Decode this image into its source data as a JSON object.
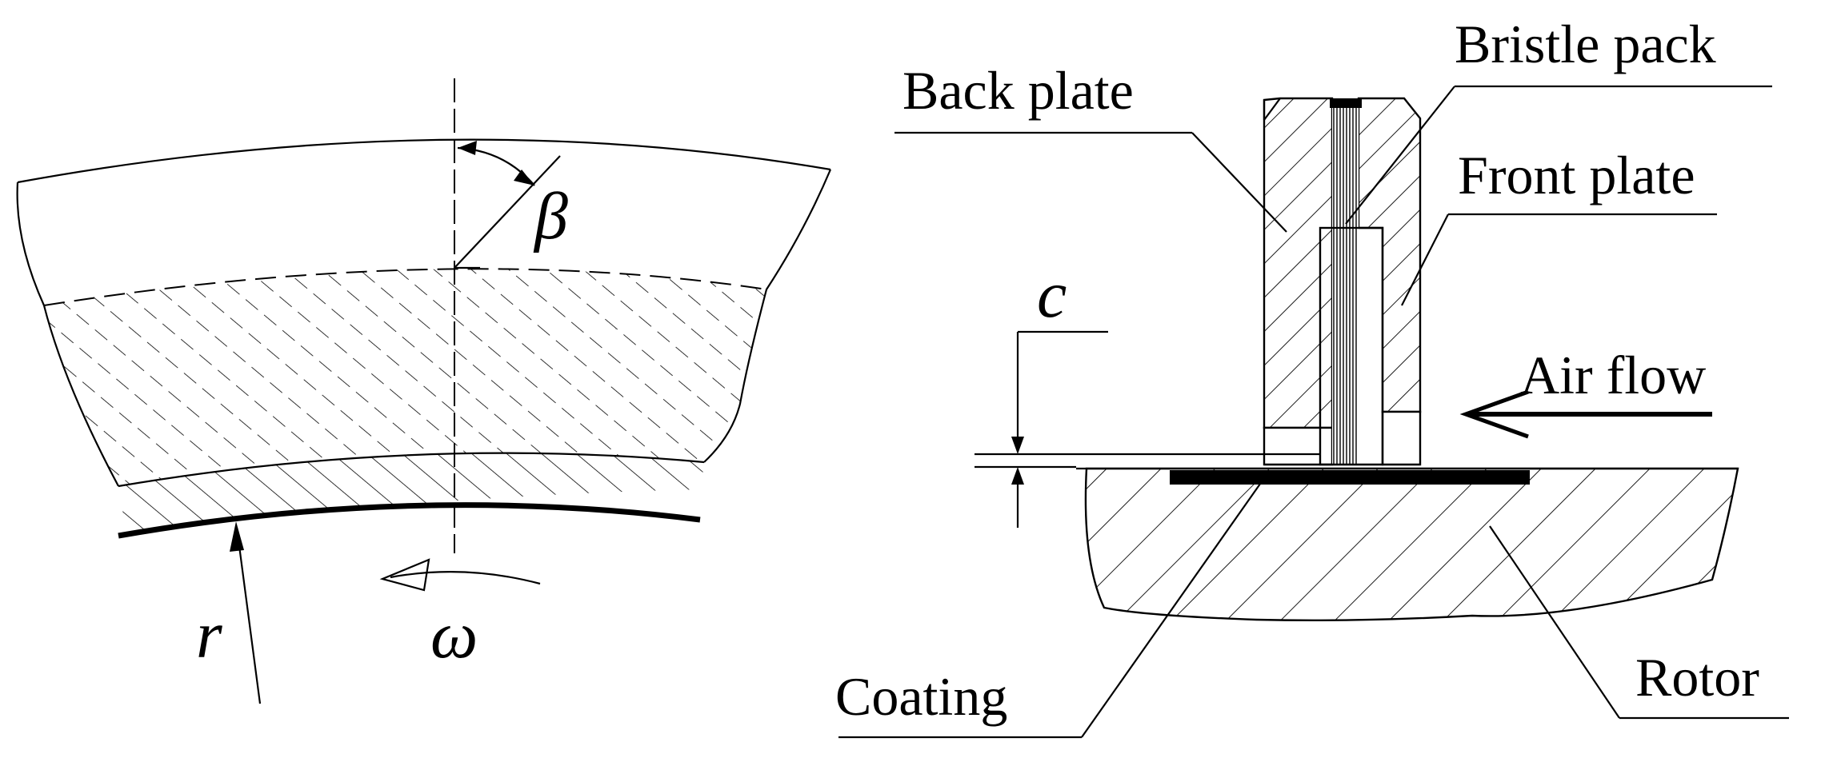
{
  "labels": {
    "beta": "β",
    "r": "r",
    "omega": "ω",
    "c": "c",
    "back_plate": "Back plate",
    "bristle_pack": "Bristle pack",
    "front_plate": "Front plate",
    "air_flow": "Air flow",
    "coating": "Coating",
    "rotor": "Rotor"
  }
}
